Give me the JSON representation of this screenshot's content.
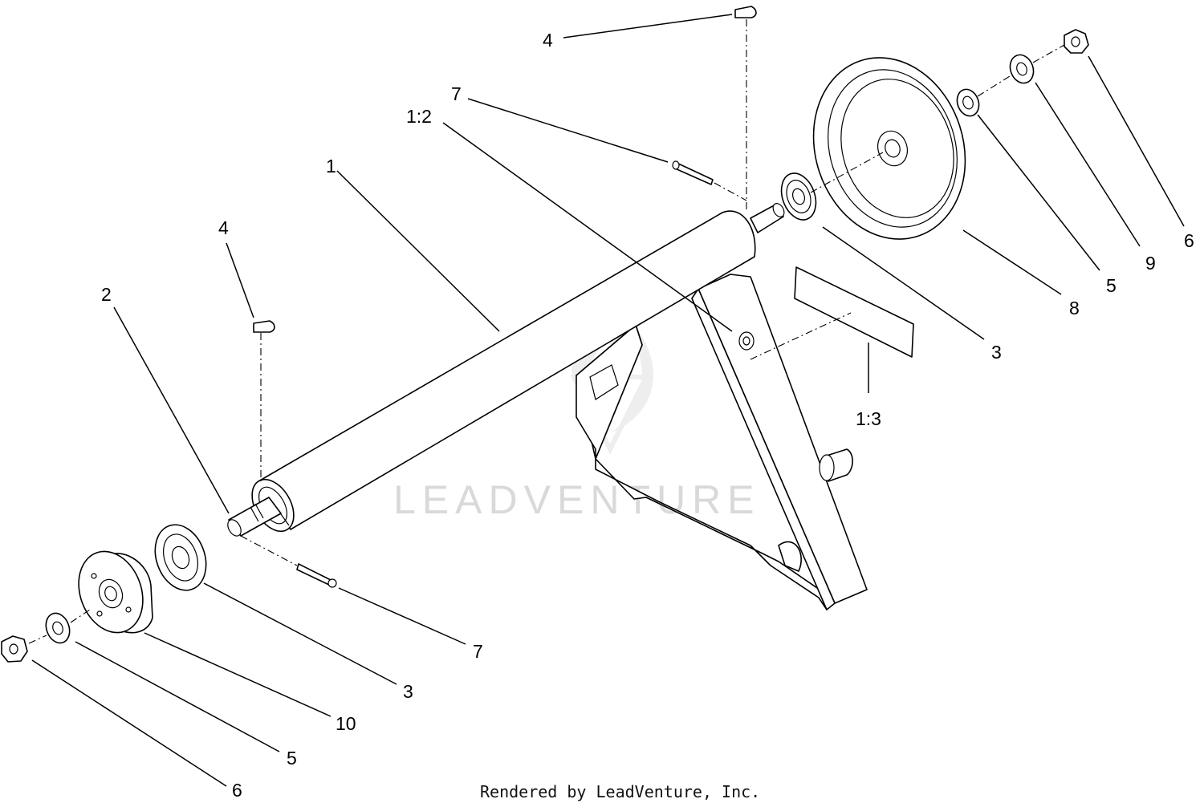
{
  "callouts": {
    "c1": "1",
    "c1_2": "1:2",
    "c1_3": "1:3",
    "c2": "2",
    "c3_right": "3",
    "c3_left": "3",
    "c4_top": "4",
    "c4_left": "4",
    "c5_right": "5",
    "c5_left": "5",
    "c6_right": "6",
    "c6_left": "6",
    "c7_top": "7",
    "c7_bottom": "7",
    "c8": "8",
    "c9": "9",
    "c10": "10"
  },
  "watermark": {
    "brand_text": "LEADVENTURE"
  },
  "footer": {
    "credit": "Rendered by LeadVenture, Inc."
  }
}
